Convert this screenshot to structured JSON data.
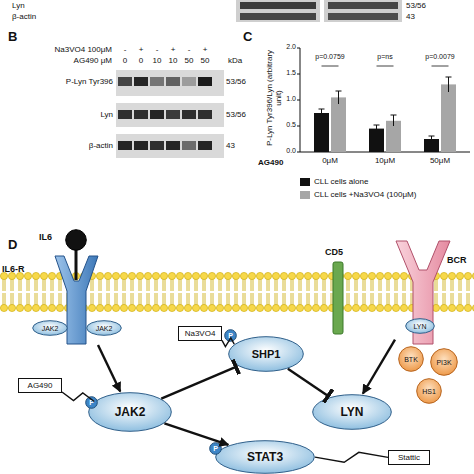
{
  "diagram": {
    "nodes": [
      {
        "text": [
          "IL6"
        ]
      },
      {
        "text": [
          "IL6-R"
        ]
      },
      {
        "text": [
          "CD5"
        ]
      },
      {
        "text": [
          "BCR"
        ]
      },
      {
        "text": [
          "JAK2"
        ]
      },
      {
        "text": [
          "JAK2"
        ]
      },
      {
        "text": [
          "LYN"
        ],
        "in": 3
      },
      {
        "text": [
          "Na3VO4"
        ]
      },
      {
        "text": [
          "SHP1"
        ]
      },
      {
        "text": [
          "P"
        ],
        "in": 8
      },
      {
        "text": [
          "BTK"
        ]
      },
      {
        "text": [
          "PI3K"
        ]
      },
      {
        "text": [
          "HS1"
        ]
      },
      {
        "text": [
          "AG490"
        ]
      },
      {
        "text": [
          "JAK2"
        ]
      },
      {
        "text": [
          "P"
        ],
        "in": 14
      },
      {
        "text": [
          "LYN"
        ]
      },
      {
        "text": [
          "Stattic"
        ]
      },
      {
        "text": [
          "STAT3"
        ]
      },
      {
        "text": [
          "P"
        ],
        "in": 18
      }
    ],
    "edges": [
      {
        "from": 1,
        "to": 14,
        "arrow": "to"
      },
      {
        "from": 7,
        "to": 8,
        "arrow": "none"
      },
      {
        "from": 14,
        "to": 8,
        "arrow": "to"
      },
      {
        "from": 8,
        "to": 16,
        "arrow": "to"
      },
      {
        "from": 3,
        "to": 16,
        "arrow": "to"
      },
      {
        "from": 13,
        "to": 14,
        "arrow": "none"
      },
      {
        "from": 14,
        "to": 18,
        "arrow": "to"
      },
      {
        "from": 17,
        "to": 18,
        "arrow": "none"
      }
    ],
    "labels": [
      "Lyn",
      "β-actin",
      "53/56",
      "43",
      "B",
      "Na3VO4 100μM",
      "AG490 μM",
      "-",
      "+",
      "-",
      "+",
      "-",
      "+",
      "0",
      "0",
      "10",
      "10",
      "50",
      "50",
      "kDa",
      "P-Lyn Tyr396",
      "Lyn",
      "β-actin",
      "53/56",
      "53/56",
      "43",
      "C",
      "P-Lyn Tyr396/Lyn (arbitrary unit)",
      "0.0",
      "0.5",
      "1.0",
      "1.5",
      "2.0",
      "p=0.0759",
      "p=ns",
      "p=0.0079",
      "0μM",
      "10μM",
      "50μM",
      "AG490",
      "D"
    ],
    "legend": [
      {
        "text": "CLL cells alone",
        "color": "#111111"
      },
      {
        "text": "CLL cells +Na3VO4 (100μM)",
        "color": "#a6a6a6"
      }
    ]
  }
}
